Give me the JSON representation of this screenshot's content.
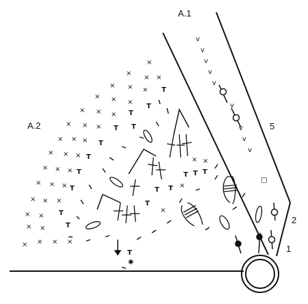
{
  "labels": {
    "chart_a1": "A.1",
    "chart_a2": "A.2",
    "round_1": "1",
    "round_2": "2",
    "round_5": "5"
  },
  "symbols": {
    "single_crochet": "×",
    "half_treble": "T",
    "chain": "v",
    "treble": "+",
    "slip_stitch": "●",
    "star": "✱",
    "small_square": "□"
  }
}
